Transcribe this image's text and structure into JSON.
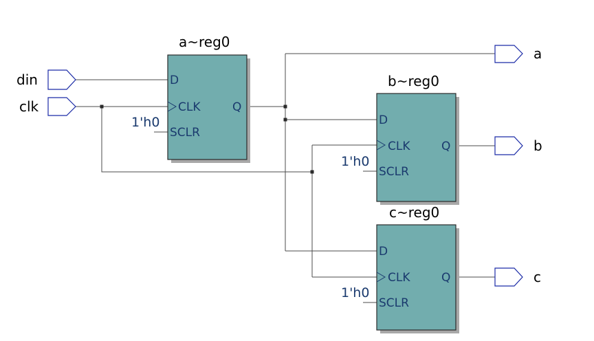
{
  "inputs": {
    "din": "din",
    "clk": "clk"
  },
  "outputs": {
    "a": "a",
    "b": "b",
    "c": "c"
  },
  "registers": {
    "a": {
      "title": "a~reg0",
      "pin_d": "D",
      "pin_clk": "CLK",
      "pin_q": "Q",
      "pin_sclr": "SCLR",
      "sclr_const": "1'h0"
    },
    "b": {
      "title": "b~reg0",
      "pin_d": "D",
      "pin_clk": "CLK",
      "pin_q": "Q",
      "pin_sclr": "SCLR",
      "sclr_const": "1'h0"
    },
    "c": {
      "title": "c~reg0",
      "pin_d": "D",
      "pin_clk": "CLK",
      "pin_q": "Q",
      "pin_sclr": "SCLR",
      "sclr_const": "1'h0"
    }
  },
  "colors": {
    "register_fill": "#72adae",
    "port_outline": "#1a2aa6",
    "pin_text": "#1a3a6e"
  }
}
